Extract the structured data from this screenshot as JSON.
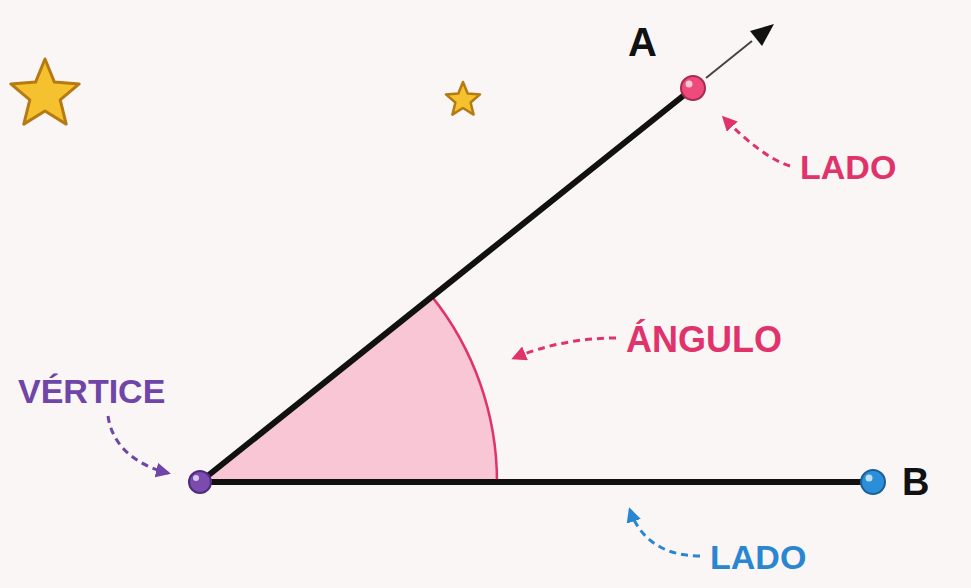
{
  "diagram": {
    "labels": [
      "A",
      "LADO",
      "ÁNGULO",
      "VÉRTICE",
      "B",
      "LADO"
    ]
  }
}
